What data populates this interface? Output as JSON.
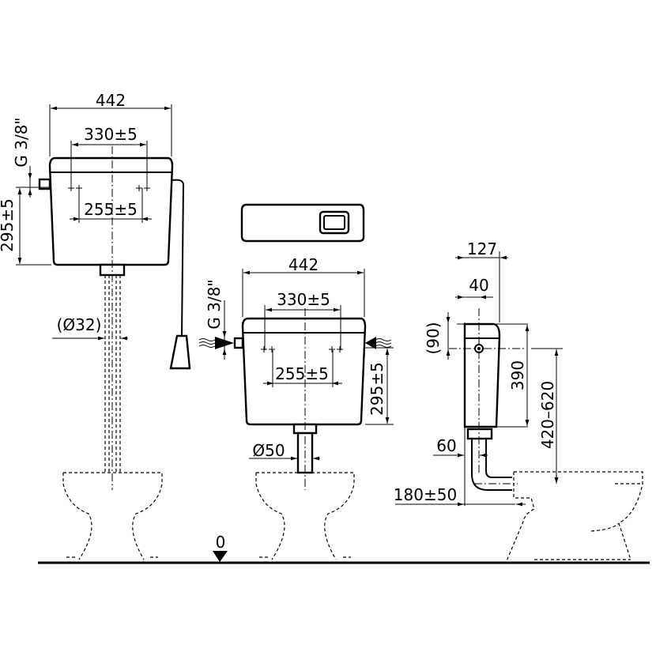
{
  "labels": {
    "left": {
      "width": "442",
      "inlet_spacing": "330±5",
      "mount_spacing": "255±5",
      "thread": "G 3/8\"",
      "height": "295±5",
      "pipe": "(Ø32)"
    },
    "middle": {
      "width": "442",
      "inlet_spacing": "330±5",
      "mount_spacing": "255±5",
      "thread": "G 3/8\"",
      "height": "295±5",
      "pipe": "Ø50"
    },
    "right": {
      "depth": "127",
      "axis_offset": "40",
      "top_offset": "(90)",
      "height": "390",
      "mount_height": "420–620",
      "pipe_offset": "60",
      "wall_distance": "180±50"
    },
    "floor": "0"
  }
}
